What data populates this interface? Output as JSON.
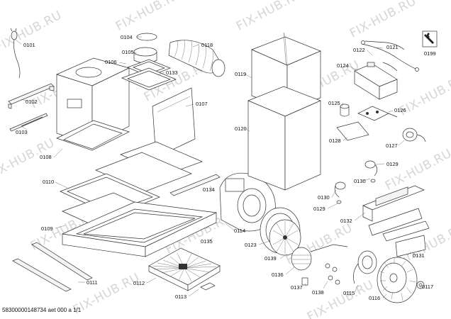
{
  "diagram": {
    "watermark_text": "FIX-HUB.RU",
    "footer_text": "58300000148734 aet 000 a 1/1",
    "part_labels": {
      "p0101": "0101",
      "p0102": "0102",
      "p0103": "0103",
      "p0104": "0104",
      "p0105": "0105",
      "p0106": "0106",
      "p0107": "0107",
      "p0108": "0108",
      "p0109": "0109",
      "p0110": "0110",
      "p0111": "0111",
      "p0112": "0112",
      "p0113": "0113",
      "p0114": "0114",
      "p0115": "0115",
      "p0116": "0116",
      "p0117": "0117",
      "p0118": "0118",
      "p0119": "0119",
      "p0120": "0120",
      "p0121": "0121",
      "p0122": "0122",
      "p0123": "0123",
      "p0124": "0124",
      "p0125": "0125",
      "p0126": "0126",
      "p0127": "0127",
      "p0128": "0128",
      "p0129a": "0129",
      "p0129b": "0129",
      "p0130a": "0130",
      "p0130b": "0130",
      "p0131": "0131",
      "p0132": "0132",
      "p0133": "0133",
      "p0134": "0134",
      "p0135": "0135",
      "p0136": "0136",
      "p0137": "0137",
      "p0138": "0138",
      "p0139": "0139",
      "p0199": "0199"
    }
  }
}
